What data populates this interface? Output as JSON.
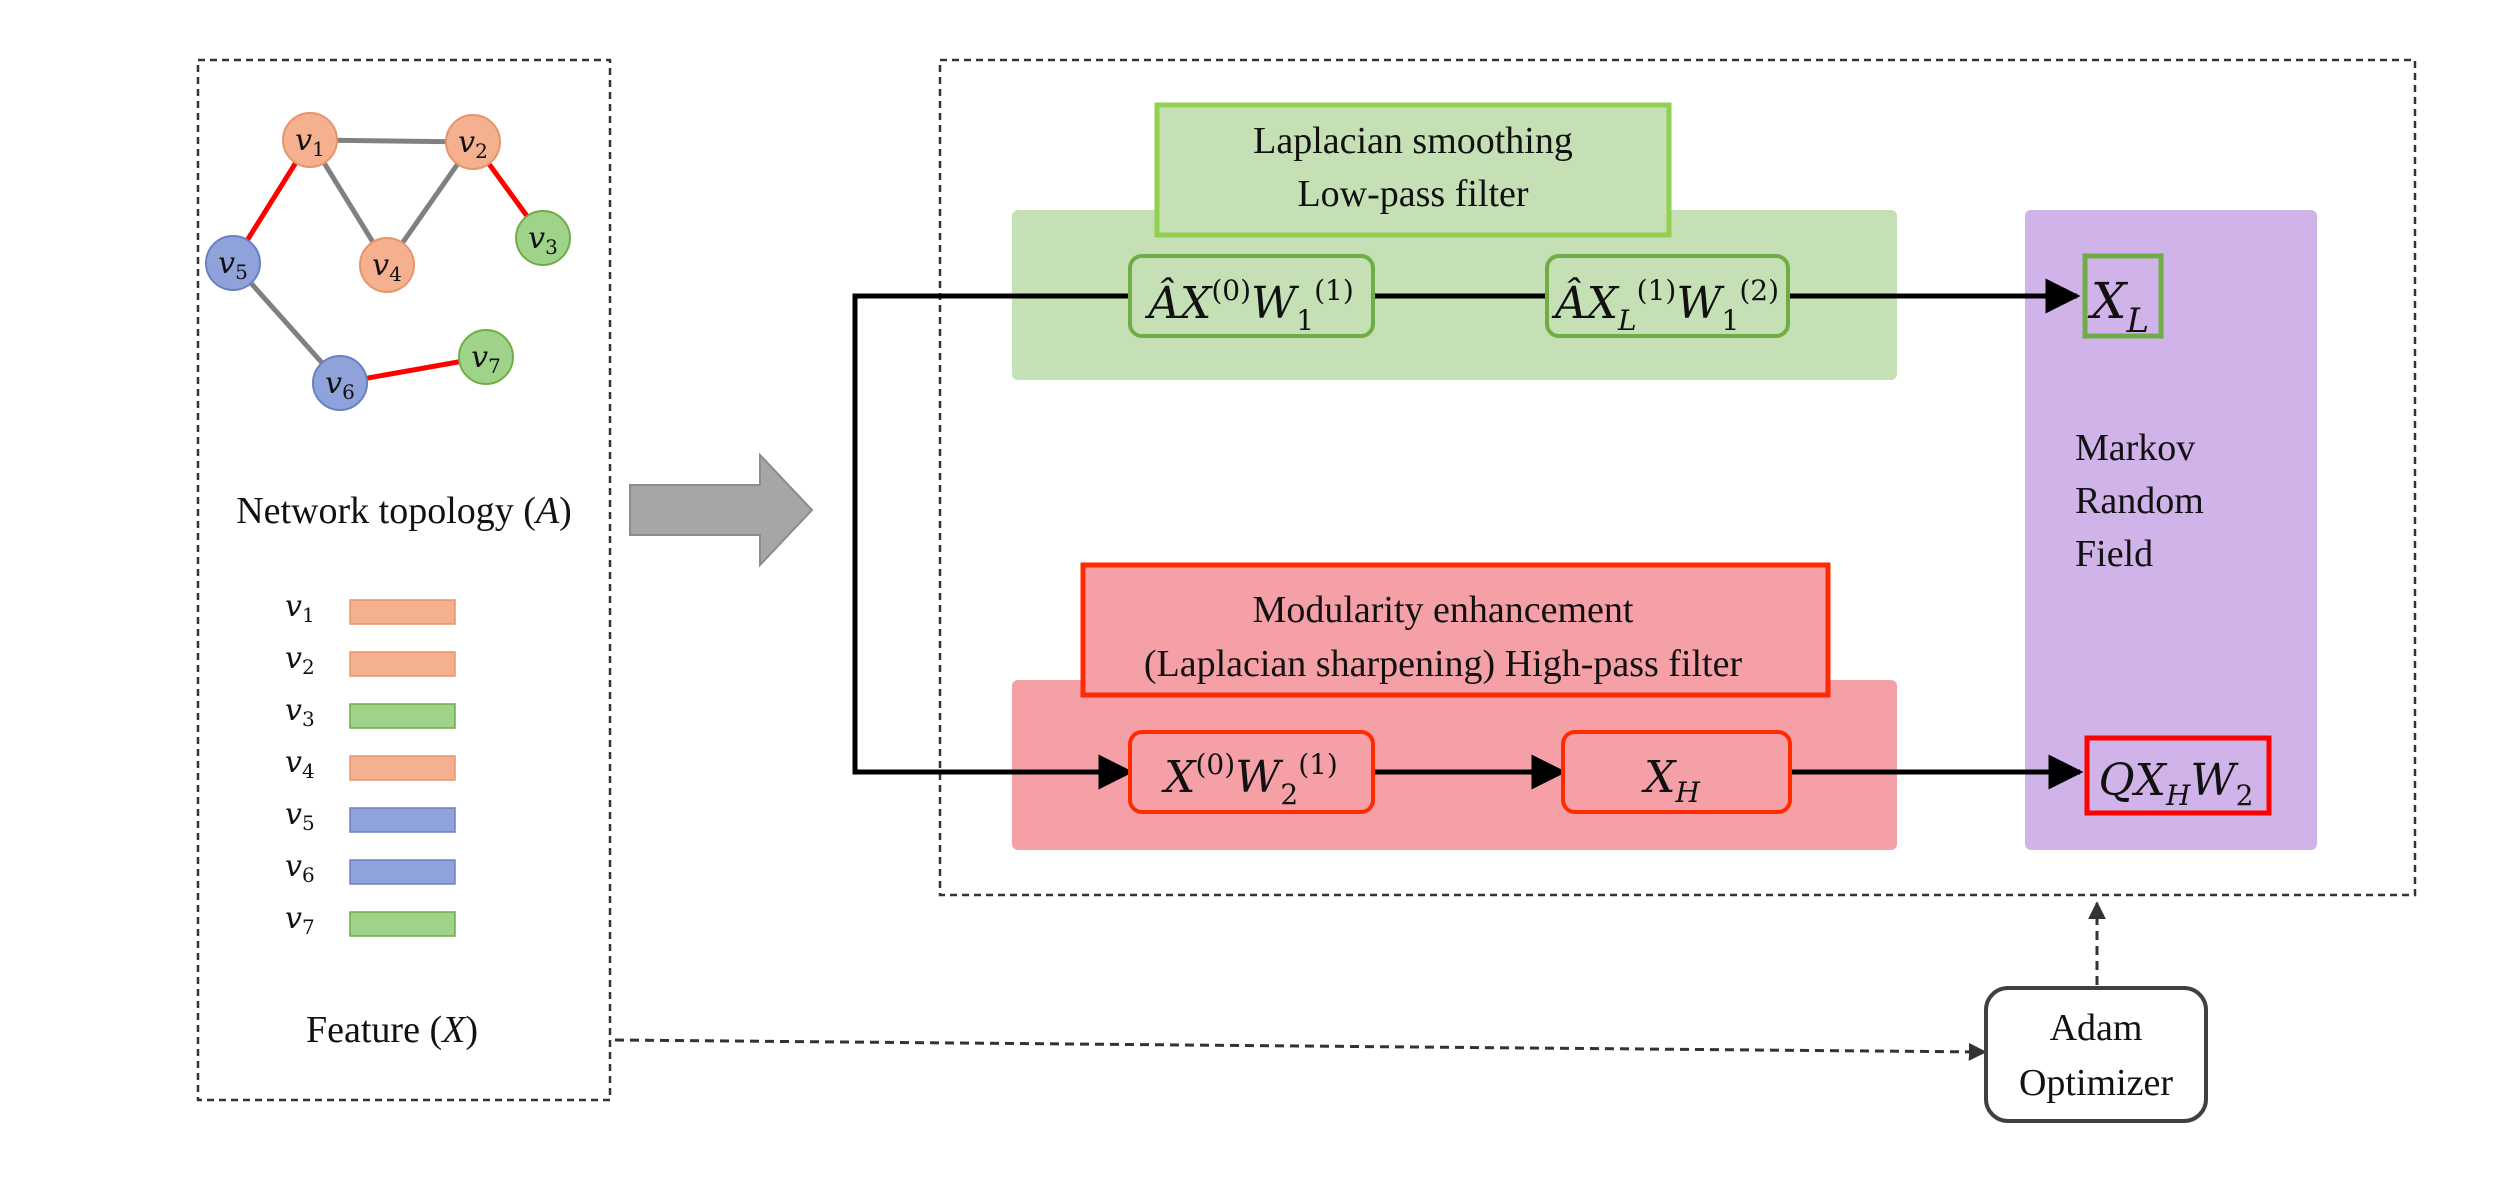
{
  "colors": {
    "node_orange": "#f4b08f",
    "node_green": "#9fd38a",
    "node_blue": "#8fa2d9",
    "edge_gray": "#808080",
    "edge_red": "#ff0000",
    "lowpass_bg": "#c5e0b4",
    "lowpass_border": "#70ad47",
    "highpass_bg": "#f4a0a6",
    "highpass_border": "#ff2a00",
    "mrf_bg": "#d0b3e8",
    "gray_arrow": "#a6a6a6"
  },
  "input_panel": {
    "nodes": [
      "v1",
      "v2",
      "v3",
      "v4",
      "v5",
      "v6",
      "v7"
    ],
    "topology_caption_prefix": "Network topology (",
    "topology_caption_var": "A",
    "topology_caption_suffix": ")",
    "feature_caption_prefix": "Feature (",
    "feature_caption_var": "X",
    "feature_caption_suffix": ")"
  },
  "lowpass": {
    "title_line1": "Laplacian smoothing",
    "title_line2": "Low-pass filter",
    "op1": "ÂX(0)W1(1)",
    "op2": "ÂXL(1)W1(2)",
    "output": "XL"
  },
  "highpass": {
    "title_line1": "Modularity enhancement",
    "title_line2": "(Laplacian sharpening) High-pass filter",
    "op1": "X(0)W2(1)",
    "op2": "XH",
    "output": "QXHW2"
  },
  "mrf": {
    "line1": "Markov",
    "line2": "Random",
    "line3": "Field"
  },
  "optimizer": {
    "line1": "Adam",
    "line2": "Optimizer"
  }
}
